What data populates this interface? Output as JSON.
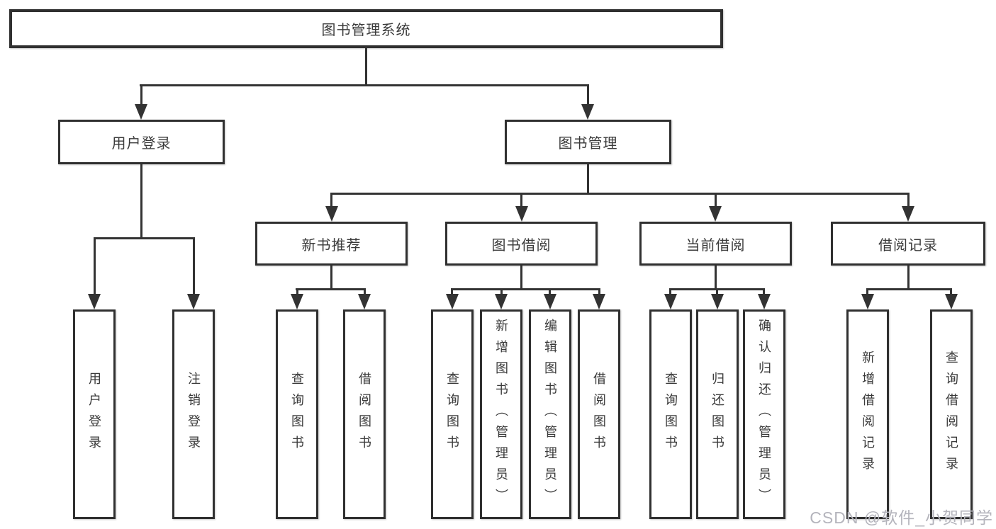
{
  "title": {
    "label": "图书管理系统"
  },
  "branches": {
    "user_login": {
      "label": "用户登录"
    },
    "book_mgmt": {
      "label": "图书管理"
    }
  },
  "modules": {
    "new_book_rec": {
      "label": "新书推荐"
    },
    "book_borrow": {
      "label": "图书借阅"
    },
    "current_borrow": {
      "label": "当前借阅"
    },
    "borrow_records": {
      "label": "借阅记录"
    }
  },
  "leaves": {
    "user_login": {
      "label": "用户登录"
    },
    "logout": {
      "label": "注销登录"
    },
    "rec_query_book": {
      "label": "查询图书"
    },
    "rec_borrow_book": {
      "label": "借阅图书"
    },
    "bb_query_book": {
      "label": "查询图书"
    },
    "bb_add_book": {
      "label": "新增图书（管理员）"
    },
    "bb_edit_book": {
      "label": "编辑图书（管理员）"
    },
    "bb_borrow_book": {
      "label": "借阅图书"
    },
    "cb_query_book": {
      "label": "查询图书"
    },
    "cb_return_book": {
      "label": "归还图书"
    },
    "cb_confirm_return": {
      "label": "确认归还（管理员）"
    },
    "br_add_record": {
      "label": "新增借阅记录"
    },
    "br_query_record": {
      "label": "查询借阅记录"
    }
  },
  "watermark": {
    "text": "CSDN @软件_小贺同学"
  },
  "colors": {
    "line": "#333333",
    "box_border": "#303030",
    "text": "#3a3a3a",
    "watermark": "#b4b4bc",
    "background": "#ffffff"
  }
}
